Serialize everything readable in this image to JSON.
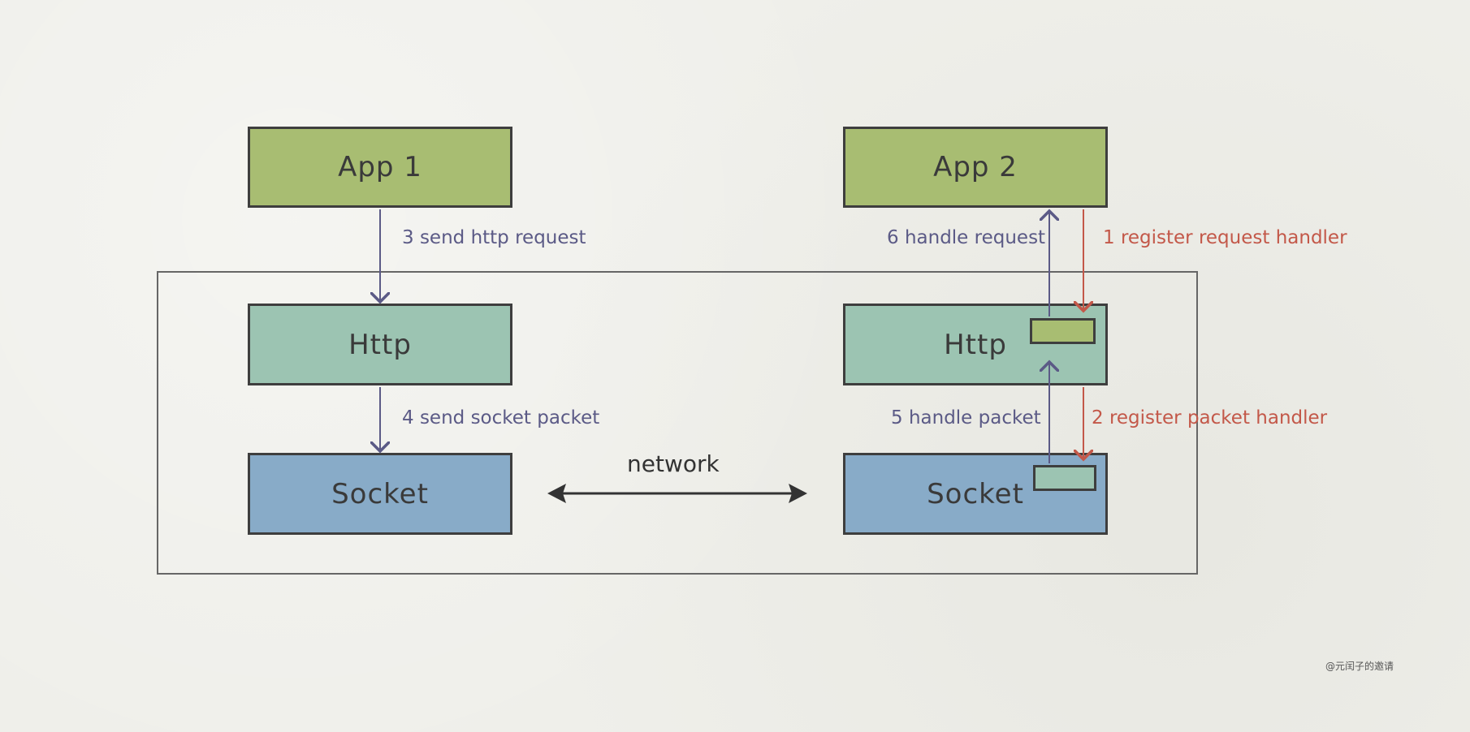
{
  "boxes": {
    "app1": "App 1",
    "app2": "App 2",
    "http1": "Http",
    "http2": "Http",
    "socket1": "Socket",
    "socket2": "Socket"
  },
  "edges": {
    "send_http_request": "3 send http request",
    "send_socket_packet": "4 send socket packet",
    "handle_request": "6 handle request",
    "handle_packet": "5 handle packet",
    "register_request_handler": "1 register request handler",
    "register_packet_handler": "2 register packet handler",
    "network": "network"
  },
  "watermark": "@元闰子的邀请",
  "colors": {
    "app": "#a8bd72",
    "http": "#9cc4b2",
    "socket": "#88abc8",
    "purple_arrow": "#5b5a86",
    "red_arrow": "#c35849"
  }
}
